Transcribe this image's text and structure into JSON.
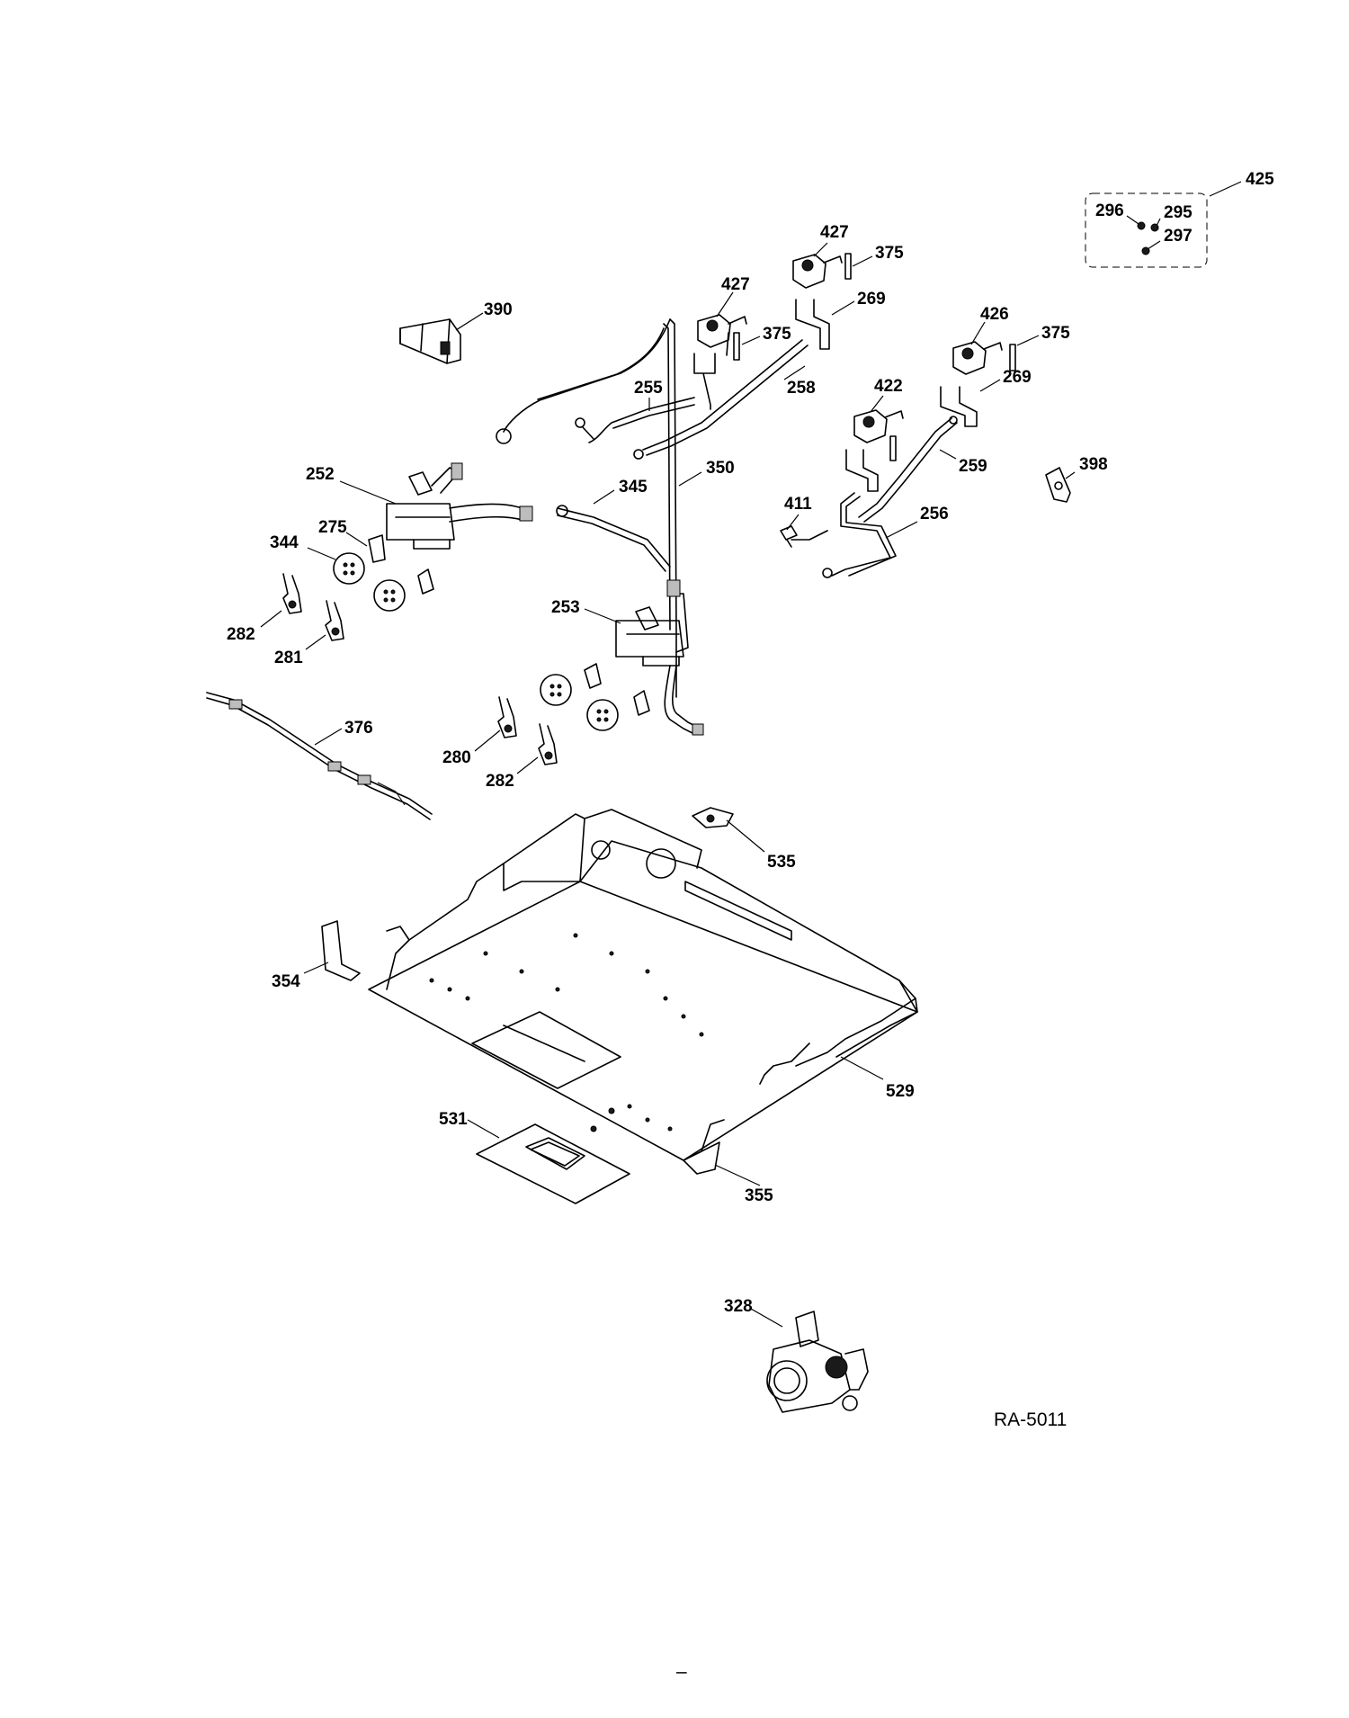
{
  "diagram": {
    "code": "RA-5011",
    "footer": "–",
    "callouts": [
      {
        "id": "425",
        "label": "425"
      },
      {
        "id": "296",
        "label": "296"
      },
      {
        "id": "295",
        "label": "295"
      },
      {
        "id": "297",
        "label": "297"
      },
      {
        "id": "427a",
        "label": "427"
      },
      {
        "id": "375a",
        "label": "375"
      },
      {
        "id": "269a",
        "label": "269"
      },
      {
        "id": "427b",
        "label": "427"
      },
      {
        "id": "375b",
        "label": "375"
      },
      {
        "id": "390",
        "label": "390"
      },
      {
        "id": "426",
        "label": "426"
      },
      {
        "id": "375c",
        "label": "375"
      },
      {
        "id": "269b",
        "label": "269"
      },
      {
        "id": "255",
        "label": "255"
      },
      {
        "id": "258",
        "label": "258"
      },
      {
        "id": "422",
        "label": "422"
      },
      {
        "id": "252",
        "label": "252"
      },
      {
        "id": "350",
        "label": "350"
      },
      {
        "id": "345",
        "label": "345"
      },
      {
        "id": "259",
        "label": "259"
      },
      {
        "id": "398",
        "label": "398"
      },
      {
        "id": "275",
        "label": "275"
      },
      {
        "id": "411",
        "label": "411"
      },
      {
        "id": "256",
        "label": "256"
      },
      {
        "id": "344",
        "label": "344"
      },
      {
        "id": "253",
        "label": "253"
      },
      {
        "id": "282a",
        "label": "282"
      },
      {
        "id": "281",
        "label": "281"
      },
      {
        "id": "376",
        "label": "376"
      },
      {
        "id": "280",
        "label": "280"
      },
      {
        "id": "282b",
        "label": "282"
      },
      {
        "id": "535",
        "label": "535"
      },
      {
        "id": "354",
        "label": "354"
      },
      {
        "id": "529",
        "label": "529"
      },
      {
        "id": "531",
        "label": "531"
      },
      {
        "id": "355",
        "label": "355"
      },
      {
        "id": "328",
        "label": "328"
      }
    ]
  }
}
